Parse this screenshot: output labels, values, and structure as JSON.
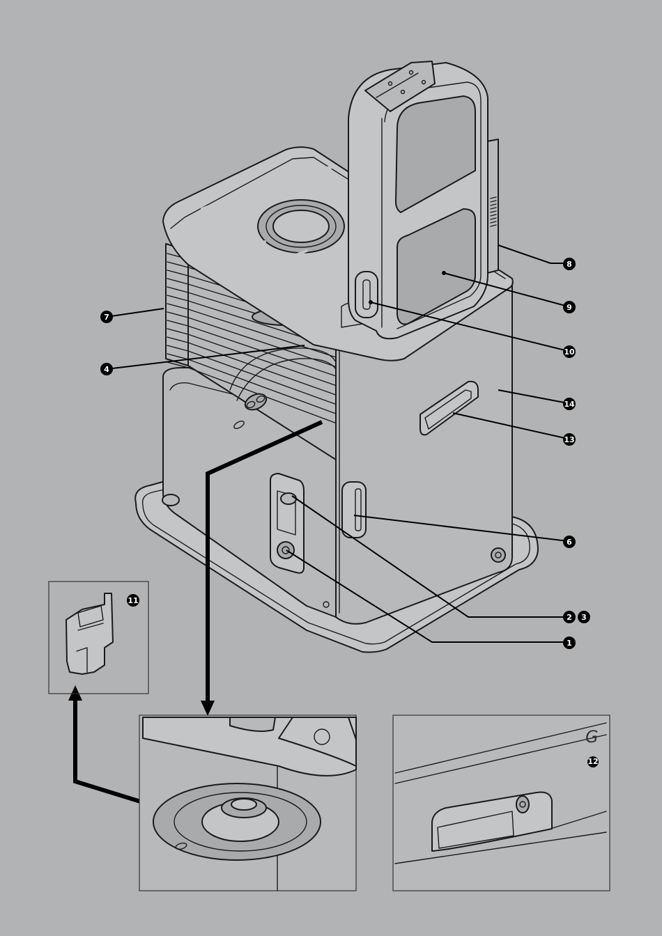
{
  "labels": {
    "l1": "1",
    "l2": "2",
    "l3": "3",
    "l4": "4",
    "l6": "6",
    "l7": "7",
    "l8": "8",
    "l9": "9",
    "l10": "10",
    "l11": "11",
    "l12": "12",
    "l13": "13",
    "l14": "14"
  },
  "detail_g_letter": "G"
}
